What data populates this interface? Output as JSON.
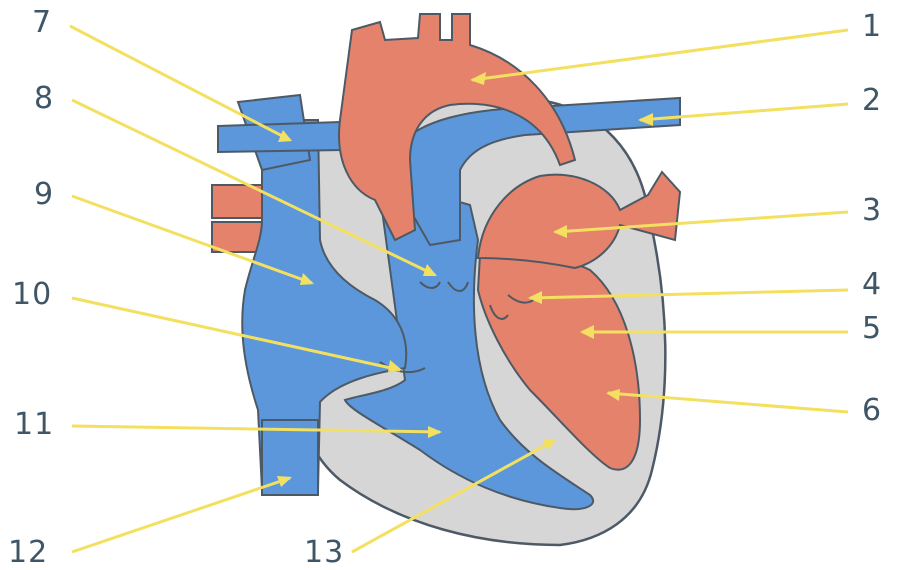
{
  "diagram": {
    "colors": {
      "oxygenated": "#e5826c",
      "deoxygenated": "#5b97da",
      "wall": "#d6d6d6",
      "outline": "#4d5a66",
      "leader": "#f3e061",
      "label": "#3f5666"
    },
    "labels": {
      "l1": "1",
      "l2": "2",
      "l3": "3",
      "l4": "4",
      "l5": "5",
      "l6": "6",
      "l7": "7",
      "l8": "8",
      "l9": "9",
      "l10": "10",
      "l11": "11",
      "l12": "12",
      "l13": "13"
    }
  }
}
